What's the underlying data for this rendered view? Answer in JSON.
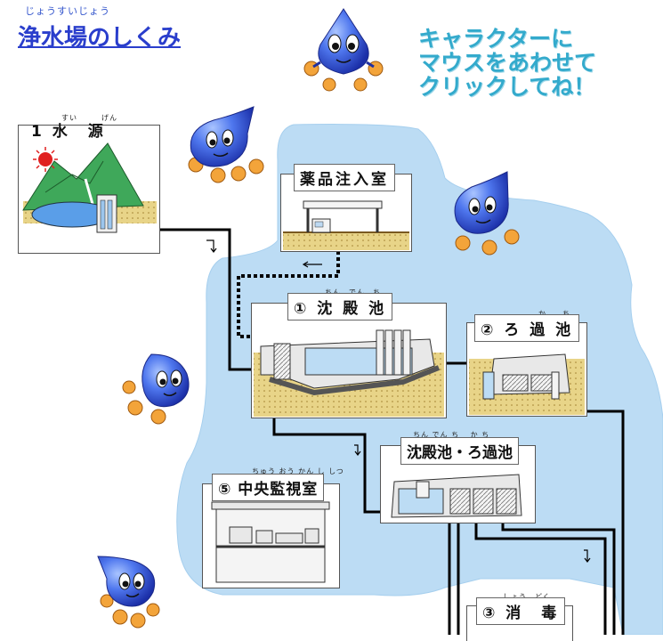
{
  "title": {
    "ruby": "じょうすいじょう",
    "text": "浄水場のしくみ"
  },
  "instruction": "キャラクターに\nマウスをあわせて\nクリックしてね！",
  "stations": {
    "source": {
      "label": "1 水　源",
      "ruby": "すい　　　げん"
    },
    "chemical": {
      "label": "薬品注入室"
    },
    "settling": {
      "label": "① 沈 殿 池",
      "ruby": "ちん　でん　ち"
    },
    "filter": {
      "label": "② ろ 過 池",
      "ruby": "か　　ち"
    },
    "combined": {
      "label": "沈殿池・ろ過池",
      "ruby": "ちん でん ち　 か ち"
    },
    "monitor": {
      "label": "⑤ 中央監視室",
      "ruby": "ちゅう おう かん し しつ"
    },
    "disinfect": {
      "label": "③ 消　毒",
      "ruby": "しょう　どく"
    }
  },
  "colors": {
    "water": "#bcdcf4",
    "droplet": "#3b5fe0",
    "pipe": "#000000",
    "ground": "#e8d488",
    "title": "#2a3ecc",
    "instruction": "#33aacc"
  }
}
